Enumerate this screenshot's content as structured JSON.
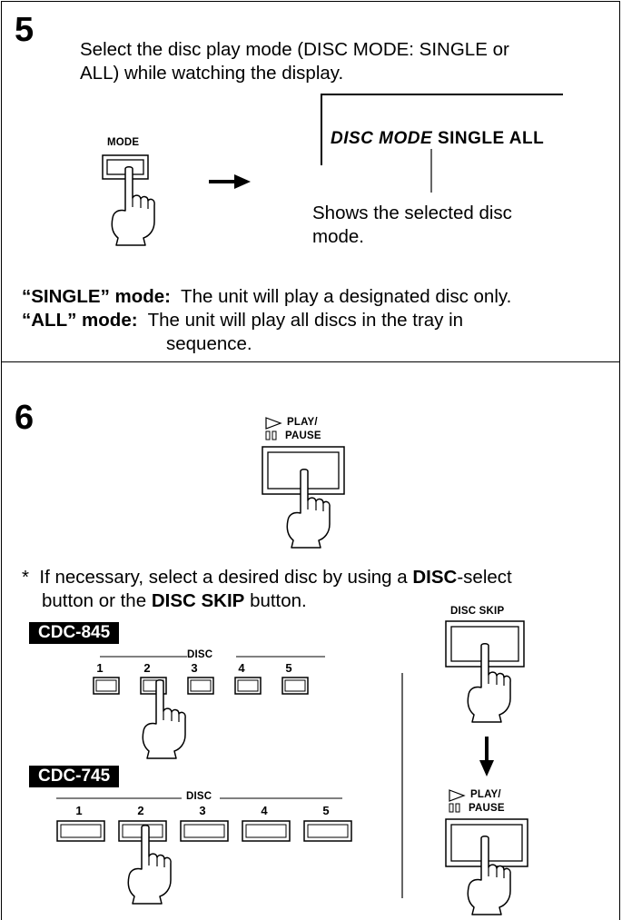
{
  "step5": {
    "number": "5",
    "line1": "Select the disc play mode (DISC MODE: SINGLE or",
    "line2": "ALL) while watching the display.",
    "mode_label": "MODE",
    "display_italic": "DISC MODE",
    "display_values": "SINGLE ALL",
    "callout_line1": "Shows the selected disc",
    "callout_line2": "mode.",
    "single_term": "“SINGLE” mode:",
    "single_desc": "The unit will play a designated disc only.",
    "all_term": "“ALL” mode:",
    "all_desc1": "The unit will play all discs in the tray in",
    "all_desc2": "sequence."
  },
  "step6": {
    "number": "6",
    "play_label": "PLAY/",
    "pause_label": "PAUSE",
    "note_star": "*",
    "note_part1": "If necessary, select a desired disc by using a",
    "note_disc": "DISC",
    "note_part2": "-select",
    "note_line2_a": "button or the",
    "note_disc_skip": "DISC SKIP",
    "note_line2_b": "button.",
    "disc_skip_label": "DISC SKIP",
    "play_label2": "PLAY/",
    "pause_label2": "PAUSE",
    "model_a": "CDC-845",
    "model_b": "CDC-745",
    "disc_group_label": "DISC",
    "disc_numbers": [
      "1",
      "2",
      "3",
      "4",
      "5"
    ]
  }
}
